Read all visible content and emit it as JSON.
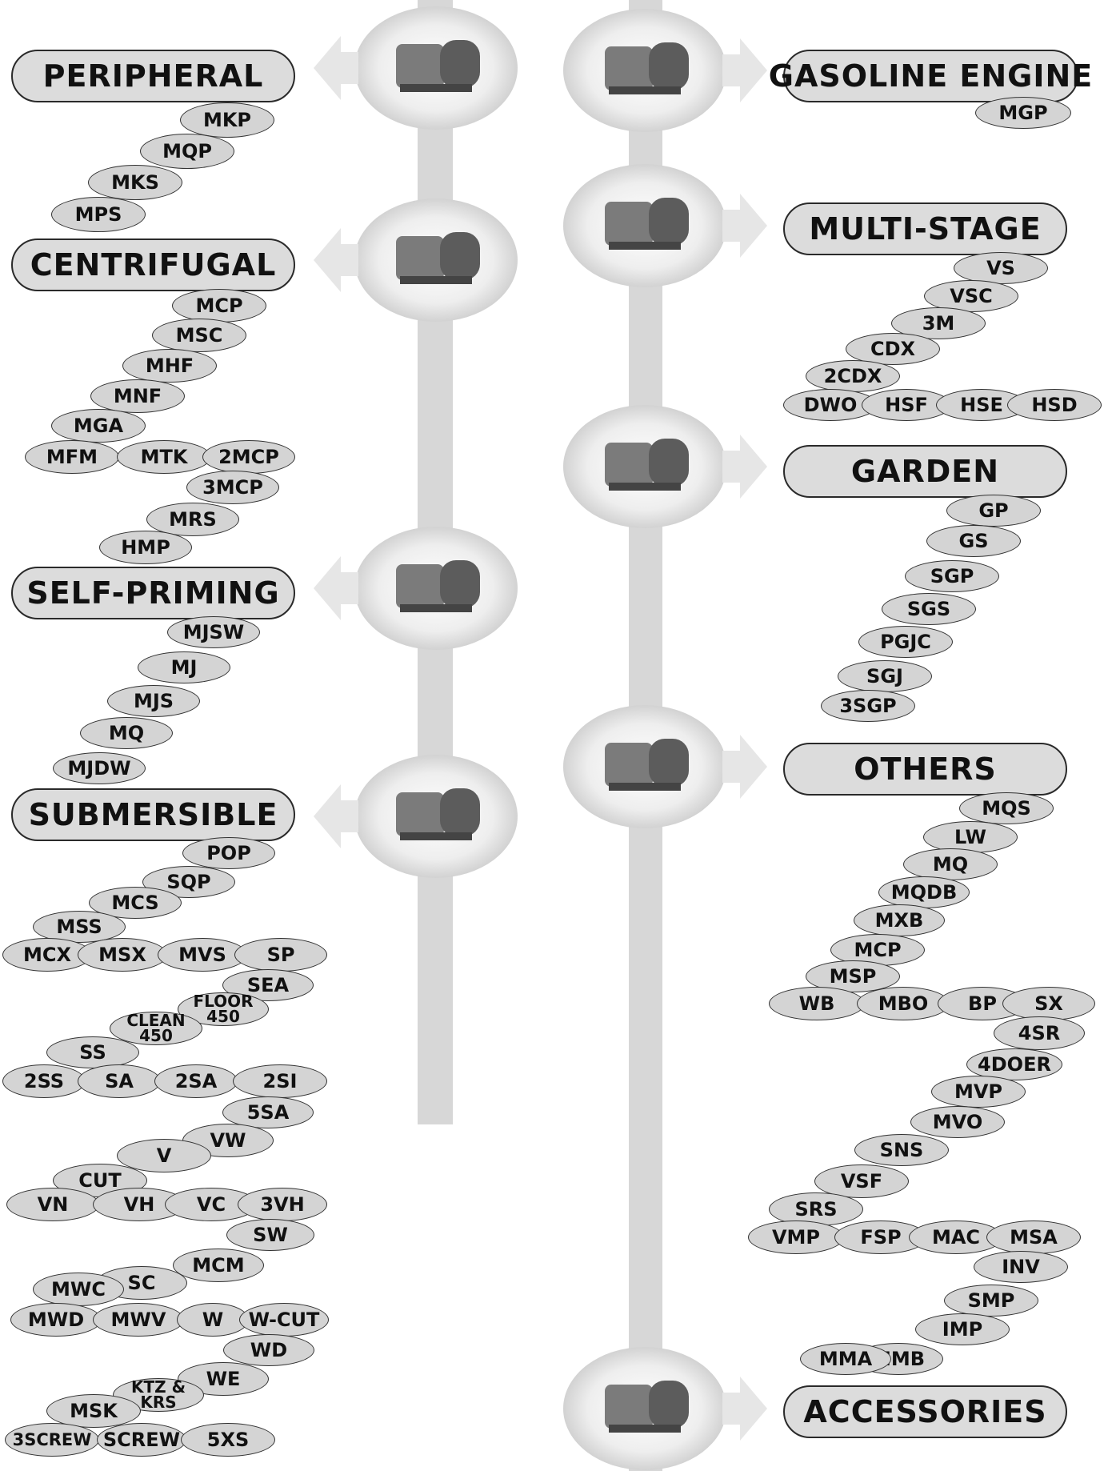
{
  "colors": {
    "pill_fill": "#d4d4d4",
    "header_fill": "#dcdcdc",
    "outline": "#2a2a2a",
    "spine": "#d7d7d7",
    "arrow": "#e6e6e6"
  },
  "categories": {
    "peripheral": {
      "title": "PERIPHERAL",
      "icon": "peripheral-pump-photo",
      "models": [
        "MKP",
        "MQP",
        "MKS",
        "MPS"
      ]
    },
    "centrifugal": {
      "title": "CENTRIFUGAL",
      "icon": "centrifugal-pump-photo",
      "models": [
        "MCP",
        "MSC",
        "MHF",
        "MNF",
        "MGA",
        "MFM",
        "MTK",
        "2MCP",
        "3MCP",
        "MRS",
        "HMP"
      ]
    },
    "self_priming": {
      "title": "SELF-PRIMING",
      "icon": "self-priming-pump-photo",
      "models": [
        "MJSW",
        "MJ",
        "MJS",
        "MQ",
        "MJDW"
      ]
    },
    "submersible": {
      "title": "SUBMERSIBLE",
      "icon": "submersible-pump-photo",
      "models": [
        "POP",
        "SQP",
        "MCS",
        "MSS",
        "MCX",
        "MSX",
        "MVS",
        "SP",
        "SEA",
        "FLOOR\n450",
        "CLEAN\n450",
        "SS",
        "2SS",
        "SA",
        "2SA",
        "2SI",
        "5SA",
        "VW",
        "V",
        "CUT",
        "VN",
        "VH",
        "VC",
        "3VH",
        "SW",
        "MCM",
        "SC",
        "MWC",
        "MWD",
        "MWV",
        "W",
        "W-CUT",
        "WD",
        "WE",
        "KTZ &\nKRS",
        "MSK",
        "3SCREW",
        "SCREW",
        "5XS"
      ]
    },
    "gasoline_engine": {
      "title": "GASOLINE ENGINE",
      "icon": "gasoline-engine-pump-photo",
      "models": [
        "MGP"
      ]
    },
    "multi_stage": {
      "title": "MULTI-STAGE",
      "icon": "multi-stage-pump-photo",
      "models": [
        "VS",
        "VSC",
        "3M",
        "CDX",
        "2CDX",
        "DWO",
        "HSF",
        "HSE",
        "HSD"
      ]
    },
    "garden": {
      "title": "GARDEN",
      "icon": "garden-pump-photo",
      "models": [
        "GP",
        "GS",
        "SGP",
        "SGS",
        "PGJC",
        "SGJ",
        "3SGP"
      ]
    },
    "others": {
      "title": "OTHERS",
      "icon": "booster-pump-photo",
      "models": [
        "MQS",
        "LW",
        "MQ",
        "MQDB",
        "MXB",
        "MCP",
        "MSP",
        "WB",
        "MBO",
        "BP",
        "SX",
        "4SR",
        "4DOER",
        "MVP",
        "MVO",
        "SNS",
        "VSF",
        "SRS",
        "VMP",
        "FSP",
        "MAC",
        "MSA",
        "INV",
        "SMP",
        "IMP",
        "MMB",
        "MMA"
      ]
    },
    "accessories": {
      "title": "ACCESSORIES",
      "icon": "pressure-tank-photo",
      "models": []
    }
  }
}
